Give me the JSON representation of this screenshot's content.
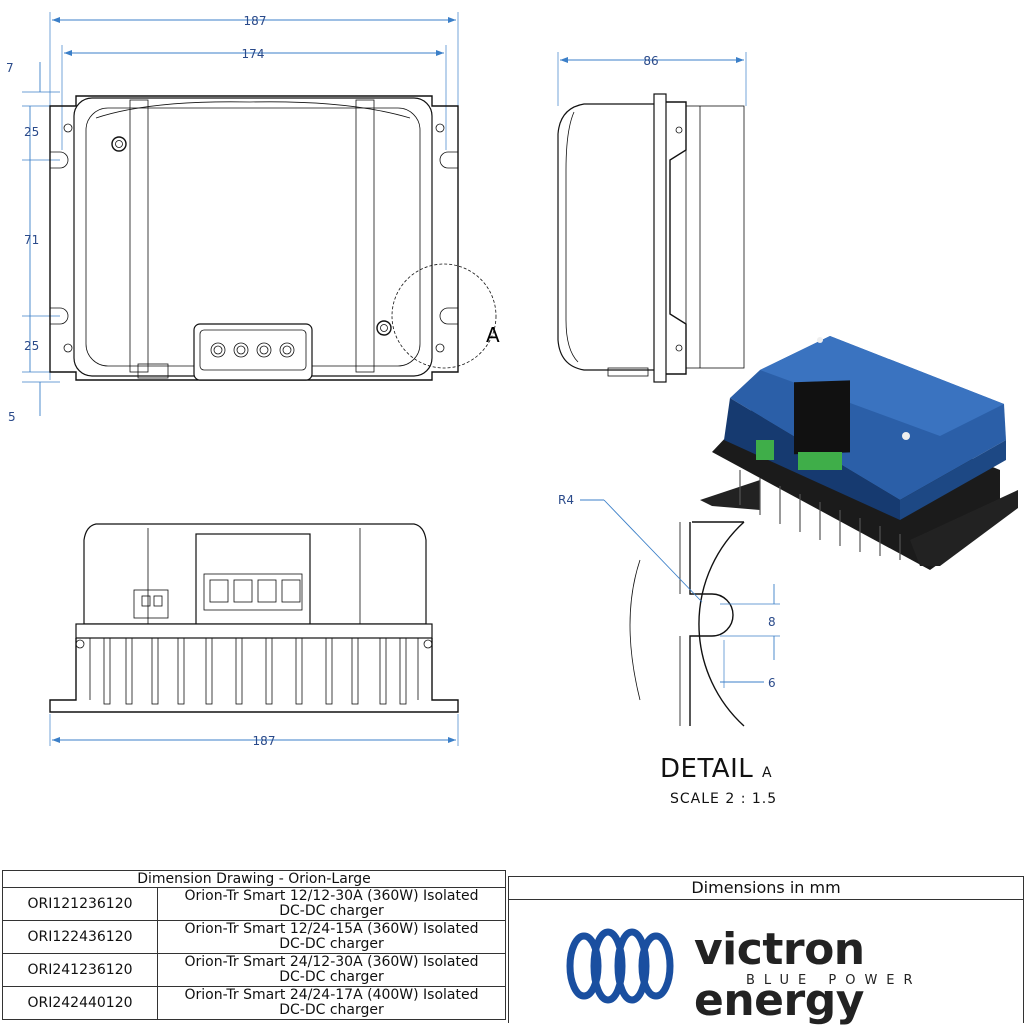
{
  "dimensions": {
    "top_overall_width": "187",
    "top_hole_spacing": "174",
    "left_top_offset": "7",
    "left_upper_gap": "25",
    "left_hole_spacing": "71",
    "left_lower_gap": "25",
    "left_bottom_offset": "5",
    "side_depth": "86",
    "front_overall_width": "187",
    "detail_radius": "R4",
    "detail_slot_width": "8",
    "detail_slot_depth": "6"
  },
  "detail": {
    "callout_letter": "A",
    "title": "DETAIL",
    "title_letter": "A",
    "scale": "SCALE 2 : 1.5"
  },
  "table": {
    "header": "Dimension Drawing - Orion-Large",
    "rows": [
      {
        "code": "ORI121236120",
        "desc_line1": "Orion-Tr Smart 12/12-30A (360W) Isolated",
        "desc_line2": "DC-DC charger"
      },
      {
        "code": "ORI122436120",
        "desc_line1": "Orion-Tr Smart 12/24-15A (360W) Isolated",
        "desc_line2": "DC-DC charger"
      },
      {
        "code": "ORI241236120",
        "desc_line1": "Orion-Tr Smart 24/12-30A (360W) Isolated",
        "desc_line2": "DC-DC charger"
      },
      {
        "code": "ORI242440120",
        "desc_line1": "Orion-Tr Smart 24/24-17A (400W) Isolated",
        "desc_line2": "DC-DC charger"
      }
    ]
  },
  "units_note": "Dimensions in mm",
  "brand": {
    "name": "victron energy",
    "tagline": "BLUE POWER",
    "colors": {
      "logo_blue": "#1a4fa0",
      "housing_blue": "#1e4d8f",
      "terminal_green": "#3fae49"
    }
  }
}
